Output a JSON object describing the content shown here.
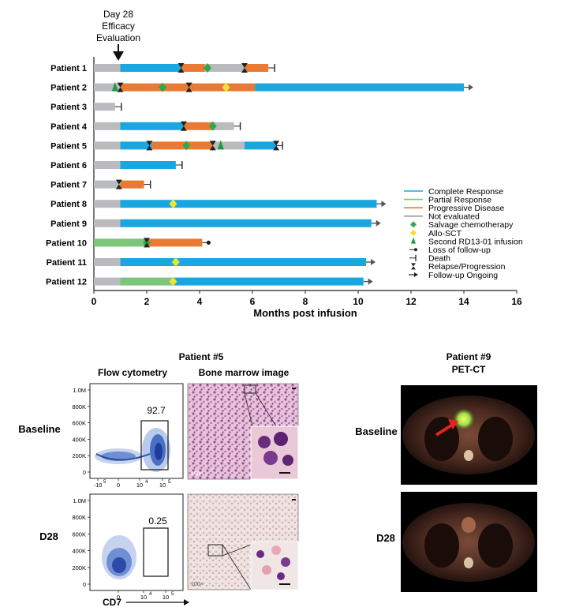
{
  "chart_data": {
    "type": "swimmer",
    "annotation": {
      "line1": "Day 28",
      "line2": "Efficacy",
      "line3": "Evaluation",
      "x": 1
    },
    "xlabel": "Months post infusion",
    "xlim": [
      0,
      16
    ],
    "xticks": [
      "0",
      "2",
      "4",
      "6",
      "8",
      "10",
      "12",
      "14",
      "16"
    ],
    "colors": {
      "not_evaluated": "#b9bbbe",
      "complete_response": "#1aa7e1",
      "partial_response": "#7cc57a",
      "progressive_disease": "#e97a34",
      "salvage_chemo": "#2fa84a",
      "allo_sct": "#f0e136",
      "second_infusion": "#1e9a4a",
      "marker": "#222222"
    },
    "legend": [
      {
        "label": "Complete Response",
        "kind": "line",
        "color": "#1aa7e1"
      },
      {
        "label": "Partial Response",
        "kind": "line",
        "color": "#7cc57a"
      },
      {
        "label": "Progressive Disease",
        "kind": "line",
        "color": "#e97a34"
      },
      {
        "label": "Not evaluated",
        "kind": "line",
        "color": "#9a9a9a"
      },
      {
        "label": "Salvage chemotherapy",
        "kind": "diamond",
        "color": "#2fa84a"
      },
      {
        "label": "Allo-SCT",
        "kind": "diamond",
        "color": "#f0e136"
      },
      {
        "label": "Second RD13-01 infusion",
        "kind": "triangle",
        "color": "#1e9a4a"
      },
      {
        "label": "Loss of follow-up",
        "kind": "dot",
        "color": "#222222"
      },
      {
        "label": "Death",
        "kind": "bar",
        "color": "#222222"
      },
      {
        "label": "Relapse/Progression",
        "kind": "hourglass",
        "color": "#222222"
      },
      {
        "label": "Follow-up Ongoing",
        "kind": "arrow",
        "color": "#222222"
      }
    ],
    "patients": [
      {
        "name": "Patient 1",
        "segments": [
          [
            0,
            1,
            "not_evaluated"
          ],
          [
            1,
            3.3,
            "complete_response"
          ],
          [
            3.3,
            4.2,
            "progressive_disease"
          ],
          [
            4.2,
            5.7,
            "not_evaluated"
          ],
          [
            5.7,
            6.6,
            "progressive_disease"
          ]
        ],
        "events": [
          [
            3.3,
            "relapse"
          ],
          [
            4.3,
            "salvage_chemo"
          ],
          [
            5.7,
            "relapse"
          ]
        ],
        "end": "death"
      },
      {
        "name": "Patient 2",
        "segments": [
          [
            0,
            1,
            "not_evaluated"
          ],
          [
            1,
            6.1,
            "progressive_disease"
          ],
          [
            6.1,
            14,
            "complete_response"
          ]
        ],
        "events": [
          [
            0.8,
            "second_infusion"
          ],
          [
            1.0,
            "relapse"
          ],
          [
            2.6,
            "salvage_chemo"
          ],
          [
            3.6,
            "relapse"
          ],
          [
            5.0,
            "allo_sct"
          ]
        ],
        "end": "ongoing"
      },
      {
        "name": "Patient 3",
        "segments": [
          [
            0,
            0.8,
            "not_evaluated"
          ]
        ],
        "events": [],
        "end": "death"
      },
      {
        "name": "Patient 4",
        "segments": [
          [
            0,
            1,
            "not_evaluated"
          ],
          [
            1,
            3.4,
            "complete_response"
          ],
          [
            3.4,
            4.5,
            "progressive_disease"
          ],
          [
            4.5,
            5.3,
            "not_evaluated"
          ]
        ],
        "events": [
          [
            3.4,
            "relapse"
          ],
          [
            4.5,
            "salvage_chemo"
          ]
        ],
        "end": "death"
      },
      {
        "name": "Patient 5",
        "segments": [
          [
            0,
            1,
            "not_evaluated"
          ],
          [
            1,
            2.2,
            "complete_response"
          ],
          [
            2.2,
            4.5,
            "progressive_disease"
          ],
          [
            4.5,
            5.7,
            "not_evaluated"
          ],
          [
            5.7,
            6.9,
            "complete_response"
          ]
        ],
        "events": [
          [
            2.1,
            "relapse"
          ],
          [
            3.5,
            "salvage_chemo"
          ],
          [
            4.5,
            "relapse"
          ],
          [
            4.8,
            "second_infusion"
          ],
          [
            6.9,
            "relapse"
          ]
        ],
        "end": "death"
      },
      {
        "name": "Patient 6",
        "segments": [
          [
            0,
            1,
            "not_evaluated"
          ],
          [
            1,
            3.1,
            "complete_response"
          ]
        ],
        "events": [],
        "end": "death"
      },
      {
        "name": "Patient 7",
        "segments": [
          [
            0,
            1,
            "not_evaluated"
          ],
          [
            1,
            1.9,
            "progressive_disease"
          ]
        ],
        "events": [
          [
            0.95,
            "relapse"
          ]
        ],
        "end": "death"
      },
      {
        "name": "Patient 8",
        "segments": [
          [
            0,
            1,
            "not_evaluated"
          ],
          [
            1,
            10.7,
            "complete_response"
          ]
        ],
        "events": [
          [
            3.0,
            "allo_sct"
          ]
        ],
        "end": "ongoing"
      },
      {
        "name": "Patient 9",
        "segments": [
          [
            0,
            1,
            "not_evaluated"
          ],
          [
            1,
            10.5,
            "complete_response"
          ]
        ],
        "events": [],
        "end": "ongoing"
      },
      {
        "name": "Patient 10",
        "segments": [
          [
            0,
            1,
            "partial_response"
          ],
          [
            1,
            2.0,
            "partial_response"
          ],
          [
            2.0,
            4.1,
            "progressive_disease"
          ]
        ],
        "events": [
          [
            2.0,
            "salvage_chemo"
          ],
          [
            2.0,
            "relapse"
          ]
        ],
        "end": "loss"
      },
      {
        "name": "Patient 11",
        "segments": [
          [
            0,
            1,
            "not_evaluated"
          ],
          [
            1,
            10.3,
            "complete_response"
          ]
        ],
        "events": [
          [
            3.1,
            "allo_sct"
          ]
        ],
        "end": "ongoing"
      },
      {
        "name": "Patient 12",
        "segments": [
          [
            0,
            1,
            "not_evaluated"
          ],
          [
            1,
            3.0,
            "partial_response"
          ],
          [
            3.0,
            10.2,
            "complete_response"
          ]
        ],
        "events": [
          [
            3.0,
            "allo_sct"
          ]
        ],
        "end": "ongoing"
      }
    ]
  },
  "panels": {
    "patient5_title": "Patient #5",
    "flow_title": "Flow cytometry",
    "bm_title": "Bone marrow image",
    "patient9_title": "Patient #9",
    "petct_title": "PET-CT",
    "row_baseline": "Baseline",
    "row_d28": "D28",
    "flow_baseline_pct": "92.7",
    "flow_d28_pct": "0.25",
    "flow_yticks": [
      "1.0M",
      "800K",
      "600K",
      "400K",
      "200K",
      "0"
    ],
    "flow_xlabel": "CD7",
    "flow_xticks_line1": [
      "-10",
      "0",
      "10",
      "10"
    ],
    "flow_xticks_sup": [
      "5",
      "",
      "4",
      "5"
    ],
    "flow_xticks_d28": [
      "0",
      "10",
      "10"
    ],
    "flow_xticks_d28_sup": [
      "",
      "4",
      "5"
    ],
    "bm_mag": "100×"
  }
}
